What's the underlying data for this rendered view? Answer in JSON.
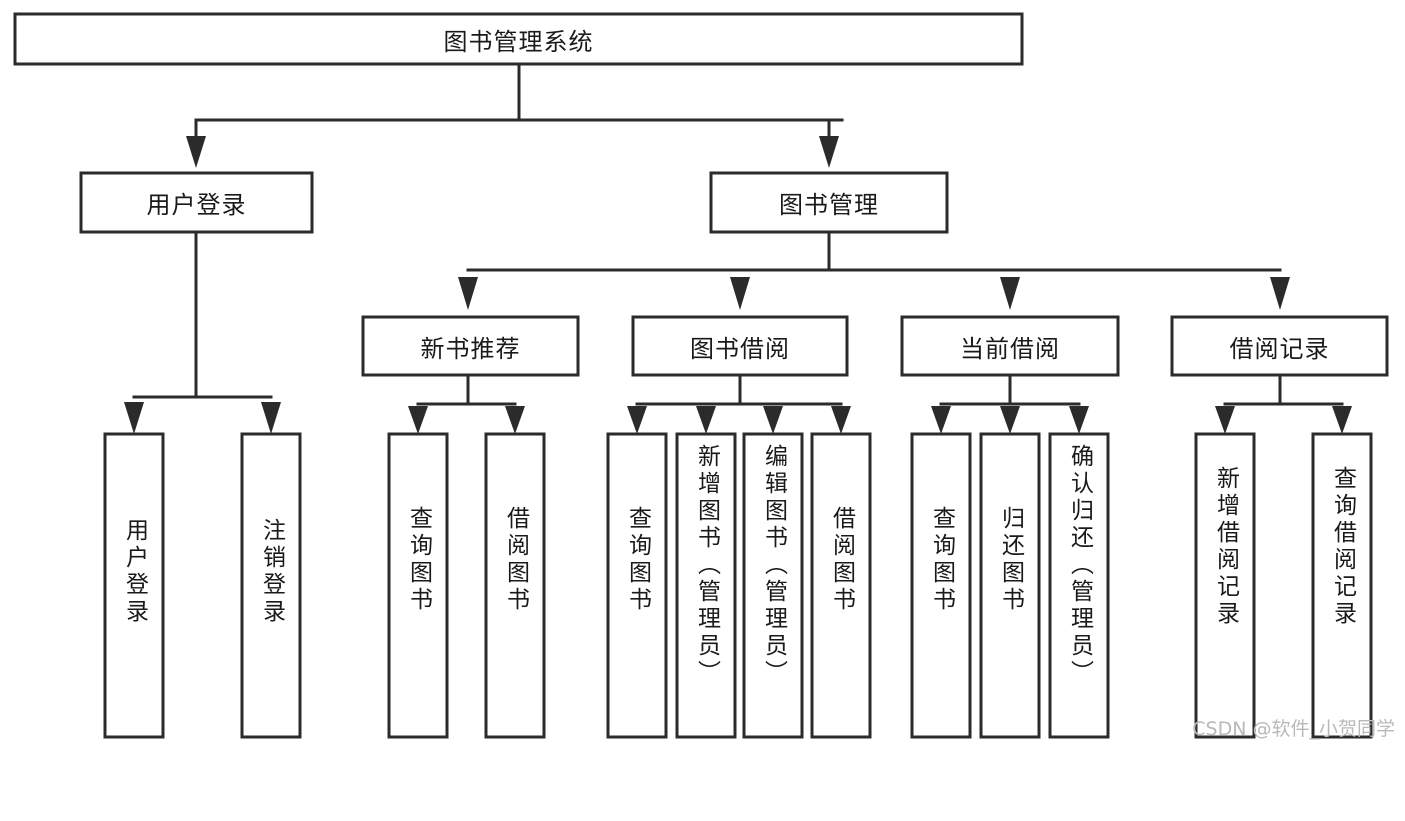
{
  "diagram": {
    "type": "tree-hierarchy-chart",
    "title_text": "图书管理系统",
    "watermark": "CSDN @软件_小贺同学",
    "colors": {
      "background": "#ffffff",
      "box_fill": "#ffffff",
      "box_stroke": "#2b2b2b",
      "connector": "#2b2b2b",
      "text": "#1a1a1a",
      "watermark": "#b9b9b9"
    },
    "root": {
      "label": "图书管理系统"
    },
    "level1": [
      {
        "label": "用户登录"
      },
      {
        "label": "图书管理"
      }
    ],
    "level2": [
      {
        "label": "新书推荐"
      },
      {
        "label": "图书借阅"
      },
      {
        "label": "当前借阅"
      },
      {
        "label": "借阅记录"
      }
    ],
    "leaves": {
      "user_login": [
        {
          "label": "用户登录"
        },
        {
          "label": "注销登录"
        }
      ],
      "new_book_recommend": [
        {
          "label": "查询图书"
        },
        {
          "label": "借阅图书"
        }
      ],
      "book_borrow": [
        {
          "label": "查询图书"
        },
        {
          "label": "新增图书（管理员）"
        },
        {
          "label": "编辑图书（管理员）"
        },
        {
          "label": "借阅图书"
        }
      ],
      "current_borrow": [
        {
          "label": "查询图书"
        },
        {
          "label": "归还图书"
        },
        {
          "label": "确认归还（管理员）"
        }
      ],
      "borrow_record": [
        {
          "label": "新增借阅记录"
        },
        {
          "label": "查询借阅记录"
        }
      ]
    }
  }
}
